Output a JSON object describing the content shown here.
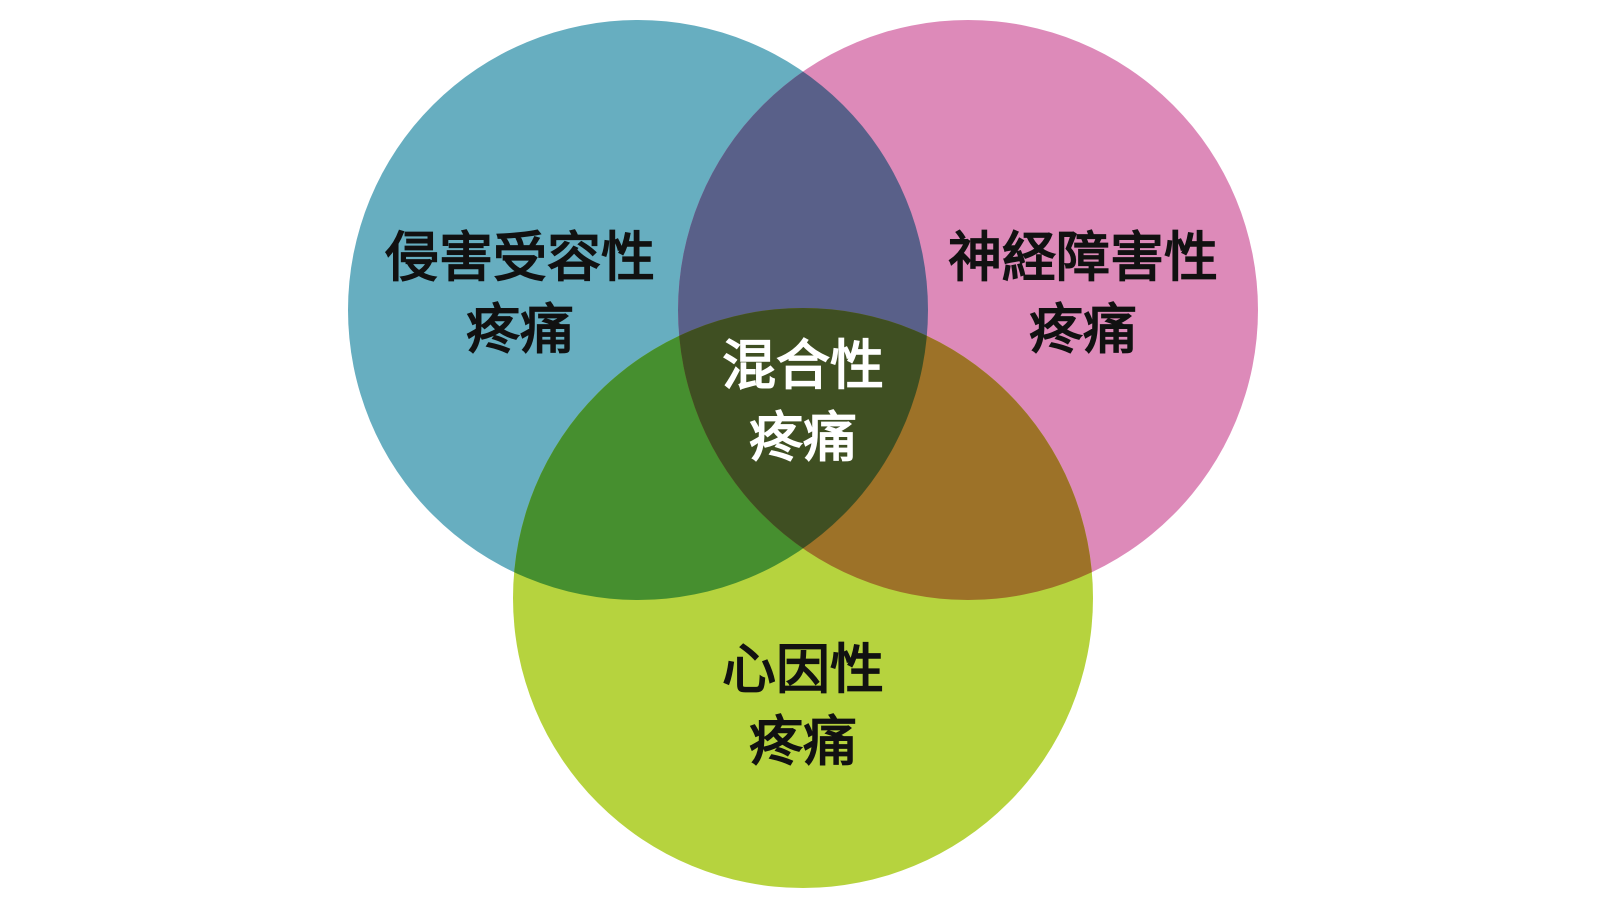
{
  "diagram": {
    "circles": [
      {
        "id": "nociceptive",
        "line1": "侵害受容性",
        "line2": "疼痛",
        "color": "#67aec0"
      },
      {
        "id": "neuropathic",
        "line1": "神経障害性",
        "line2": "疼痛",
        "color": "#dd8ab9"
      },
      {
        "id": "psychogenic",
        "line1": "心因性",
        "line2": "疼痛",
        "color": "#b6d33e"
      }
    ],
    "overlaps": {
      "nociceptive_neuropathic": "#596089",
      "nociceptive_psychogenic": "#468f2f",
      "neuropathic_psychogenic": "#9d7228",
      "all": "#3f4f22"
    },
    "center": {
      "line1": "混合性",
      "line2": "疼痛"
    }
  }
}
